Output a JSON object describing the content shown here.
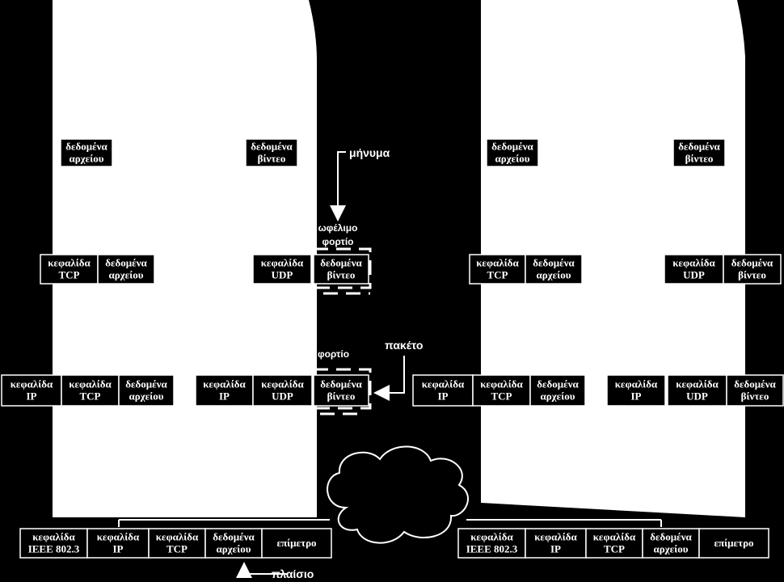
{
  "labels": {
    "message": "μήνυμα",
    "payload": "ωφέλιμο",
    "load": "φορτίο",
    "load_partial": "φορτίο",
    "packet": "πακέτο",
    "frame": "πλαίσιο"
  },
  "cells": {
    "file_data": [
      "δεδομένα",
      "αρχείου"
    ],
    "video_data": [
      "δεδομένα",
      "βίντεο"
    ],
    "tcp_header": [
      "κεφαλίδα",
      "TCP"
    ],
    "udp_header": [
      "κεφαλίδα",
      "UDP"
    ],
    "ip_header": [
      "κεφαλίδα",
      "IP"
    ],
    "eth_header": [
      "κεφαλίδα",
      "IEEE 802.3"
    ],
    "trailer": [
      "επίμετρο"
    ]
  },
  "colors": {
    "background": "#000000",
    "panel": "#ffffff",
    "cell": "#000000",
    "text": "#ffffff",
    "line": "#ffffff"
  }
}
